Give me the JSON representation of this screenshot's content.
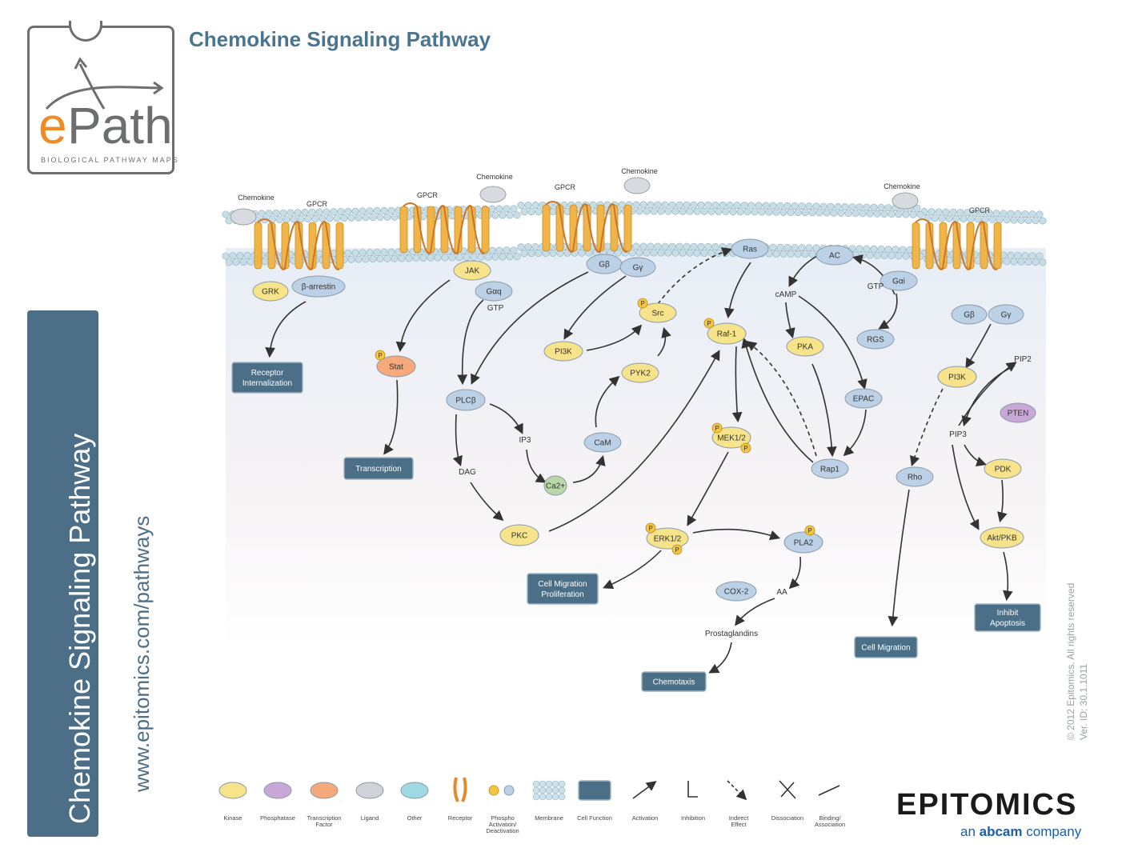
{
  "page_title": "Chemokine Signaling Pathway",
  "logo": {
    "e": "e",
    "path": "Path",
    "subtitle": "BIOLOGICAL PATHWAY MAPS"
  },
  "side": {
    "title": "Chemokine Signaling Pathway",
    "url": "www.epitomics.com/pathways"
  },
  "copyright": {
    "line1": "© 2012 Epitomics. All rights reserved",
    "line2": "Ver. ID: 30.1.1011"
  },
  "brand": {
    "name": "EPITOMICS",
    "sub_prefix": "an ",
    "sub_brand": "abcam",
    "sub_suffix": " company"
  },
  "colors": {
    "kinase": "#f7e38a",
    "phosphatase": "#c9a8d8",
    "transcription_factor": "#f6a97a",
    "ligand": "#cfd3d8",
    "other": "#9fd9e4",
    "receptor": "#e58a2b",
    "membrane": "#cfe1ea",
    "cell_function": "#4b6f87",
    "node_blue": "#bcd1e6",
    "ca": "#b8d8a8"
  },
  "labels": {
    "chemokine": "Chemokine",
    "gpcr": "GPCR",
    "gtp": "GTP",
    "camp": "cAMP",
    "ip3": "IP3",
    "dag": "DAG",
    "aa": "AA",
    "prostaglandins": "Prostaglandins",
    "pip2": "PIP2",
    "pip3": "PIP3",
    "p": "P"
  },
  "nodes": {
    "grk": "GRK",
    "b_arrestin": "β-arrestin",
    "jak": "JAK",
    "gaq": "Gαq",
    "gb": "Gβ",
    "gy": "Gγ",
    "ras": "Ras",
    "ac": "AC",
    "gai": "Gαi",
    "stat": "Stat",
    "pi3k": "PI3K",
    "src": "Src",
    "raf1": "Raf-1",
    "pka": "PKA",
    "rgs": "RGS",
    "gb2": "Gβ",
    "gy2": "Gγ",
    "pyk2": "PYK2",
    "plcb": "PLCβ",
    "cam": "CaM",
    "epac": "EPAC",
    "pi3k2": "PI3K",
    "pten": "PTEN",
    "mek": "MEK1/2",
    "ca": "Ca2+",
    "rap1": "Rap1",
    "rho": "Rho",
    "pdk": "PDK",
    "pkc": "PKC",
    "erk": "ERK1/2",
    "pla2": "PLA2",
    "akt": "Akt/PKB",
    "cox2": "COX-2"
  },
  "functions": {
    "receptor_internalization": [
      "Receptor",
      "Internalization"
    ],
    "transcription": [
      "Transcription"
    ],
    "cell_migration_prolif": [
      "Cell Migration",
      "Proliferation"
    ],
    "chemotaxis": [
      "Chemotaxis"
    ],
    "cell_migration": [
      "Cell Migration"
    ],
    "inhibit_apoptosis": [
      "Inhibit",
      "Apoptosis"
    ]
  },
  "legend": [
    {
      "key": "kinase",
      "label": "Kinase"
    },
    {
      "key": "phosphatase",
      "label": "Phosphatase"
    },
    {
      "key": "transcription_factor",
      "label": "Transcription Factor"
    },
    {
      "key": "ligand",
      "label": "Ligand"
    },
    {
      "key": "other",
      "label": "Other"
    },
    {
      "key": "receptor",
      "label": "Receptor"
    },
    {
      "key": "phospho",
      "label": "Phospho Activation/ Deactivation"
    },
    {
      "key": "membrane",
      "label": "Membrane"
    },
    {
      "key": "cell_function",
      "label": "Cell Function"
    },
    {
      "key": "activation",
      "label": "Activation"
    },
    {
      "key": "inhibition",
      "label": "Inhibition"
    },
    {
      "key": "indirect",
      "label": "Indirect Effect"
    },
    {
      "key": "dissociation",
      "label": "Dissociation"
    },
    {
      "key": "binding",
      "label": "Binding/ Association"
    }
  ]
}
